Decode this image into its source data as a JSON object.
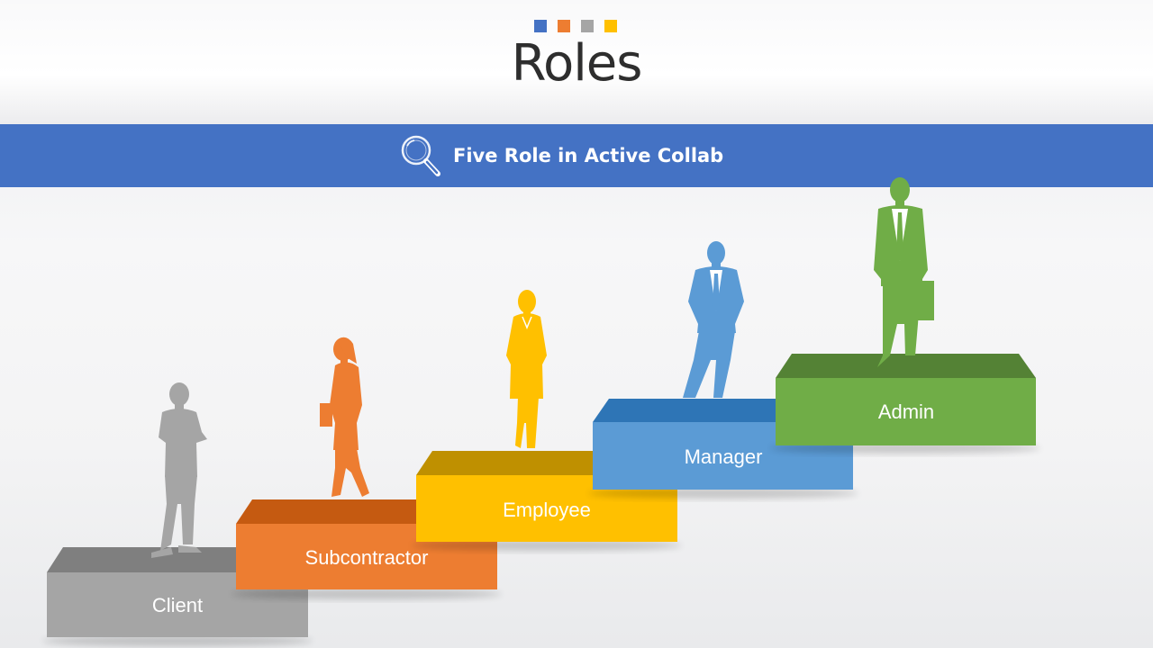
{
  "slide": {
    "title": "Roles",
    "dots": [
      "#4472c4",
      "#ed7d31",
      "#a5a5a5",
      "#ffc000"
    ]
  },
  "banner": {
    "icon": "magnifier-icon",
    "text": "Five Role in Active Collab",
    "color": "#4472c4"
  },
  "roles": [
    {
      "label": "Client",
      "figure": "man-arms-crossed-icon",
      "color": "#a5a5a5"
    },
    {
      "label": "Subcontractor",
      "figure": "woman-walking-icon",
      "color": "#ed7d31"
    },
    {
      "label": "Employee",
      "figure": "woman-standing-icon",
      "color": "#ffc000"
    },
    {
      "label": "Manager",
      "figure": "man-hands-in-pockets-icon",
      "color": "#5b9bd5"
    },
    {
      "label": "Admin",
      "figure": "man-with-briefcase-icon",
      "color": "#70ad47"
    }
  ]
}
